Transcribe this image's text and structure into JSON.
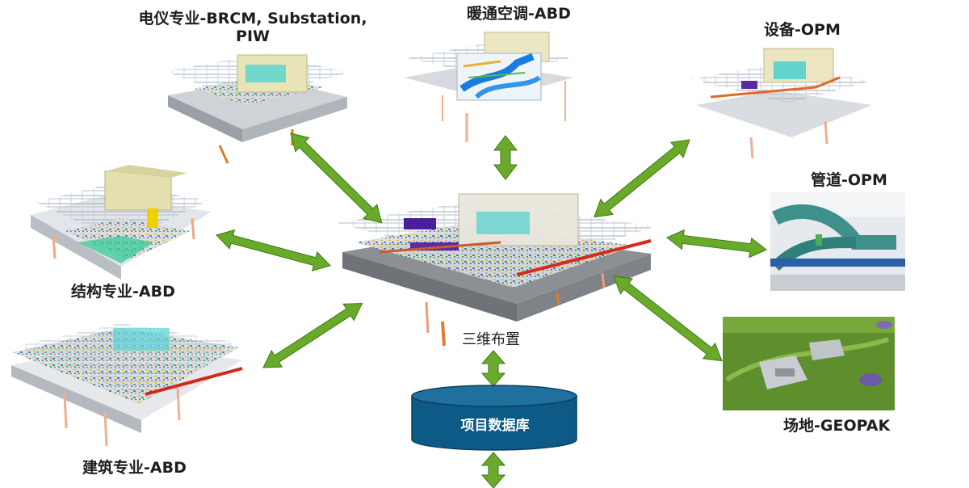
{
  "nodes": {
    "electrical": {
      "label_line1": "电仪专业-BRCM, Substation,",
      "label_line2": "PIW"
    },
    "hvac": {
      "label": "暖通空调-ABD"
    },
    "equipment": {
      "label": "设备-OPM"
    },
    "piping": {
      "label": "管道-OPM"
    },
    "structure": {
      "label": "结构专业-ABD"
    },
    "architecture": {
      "label": "建筑专业-ABD"
    },
    "site": {
      "label": "场地-GEOPAK"
    },
    "center": {
      "label": "三维布置"
    },
    "database": {
      "label": "项目数据库"
    }
  },
  "colors": {
    "arrow_fill": "#6aaa2a",
    "arrow_stroke": "#3e7a12",
    "database_fill": "#0e5a86",
    "database_top": "#1f6f9f",
    "site_green": "#5e8f2c"
  }
}
